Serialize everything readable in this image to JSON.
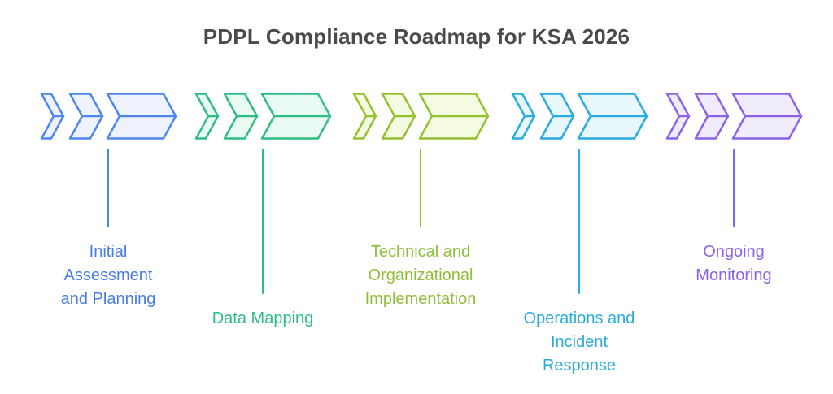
{
  "title": "PDPL Compliance Roadmap for KSA 2026",
  "title_color": "#4a4a4a",
  "stages": [
    {
      "name": "initial-assessment-and-planning",
      "label": [
        "Initial",
        "Assessment",
        "and Planning"
      ],
      "stroke": "#4e86ec",
      "fill": "#edf2fd",
      "text_color": "#4a7de2",
      "connector_length": "short"
    },
    {
      "name": "data-mapping",
      "label": [
        "Data Mapping"
      ],
      "stroke": "#2ebe85",
      "fill": "#e9faf2",
      "text_color": "#2ebe85",
      "connector_length": "long"
    },
    {
      "name": "technical-and-organizational-implementation",
      "label": [
        "Technical and",
        "Organizational",
        "Implementation"
      ],
      "stroke": "#93c22d",
      "fill": "#f5fae3",
      "text_color": "#8fbe3a",
      "connector_length": "short"
    },
    {
      "name": "operations-and-incident-response",
      "label": [
        "Operations and",
        "Incident",
        "Response"
      ],
      "stroke": "#29acdf",
      "fill": "#e7f7fc",
      "text_color": "#29abde",
      "connector_length": "long"
    },
    {
      "name": "ongoing-monitoring",
      "label": [
        "Ongoing",
        "Monitoring"
      ],
      "stroke": "#8a63e9",
      "fill": "#f0ecfc",
      "text_color": "#8a63e9",
      "connector_length": "short"
    }
  ]
}
